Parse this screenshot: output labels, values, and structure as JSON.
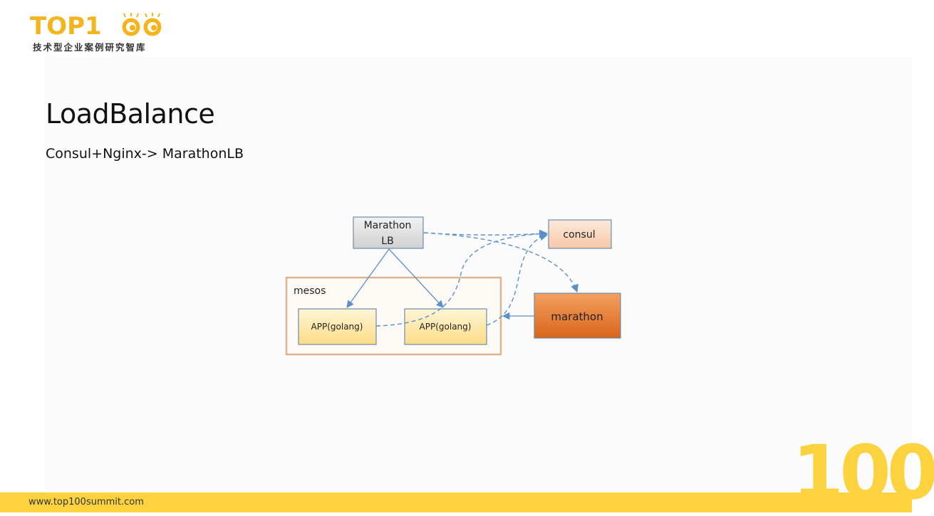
{
  "logo": {
    "wordmark": "TOP1",
    "subtitle": "技术型企业案例研究智库",
    "brand_color": "#f3b41c"
  },
  "slide": {
    "title": "LoadBalance",
    "subtitle": "Consul+Nginx-> MarathonLB"
  },
  "diagram": {
    "container_label": "mesos",
    "nodes": {
      "marathon_lb": {
        "line1": "Marathon",
        "line2": "LB"
      },
      "consul": {
        "label": "consul"
      },
      "marathon": {
        "label": "marathon"
      },
      "app1": {
        "label": "APP(golang)"
      },
      "app2": {
        "label": "APP(golang)"
      }
    },
    "colors": {
      "arrow": "#5b8fc7",
      "container_border": "#dcb48e",
      "marathon_fill": "#e0782e",
      "consul_fill": "#fbd9c3",
      "app_fill": "#fde9a6",
      "lb_fill": "#dcdcdc"
    }
  },
  "footer": {
    "url": "www.top100summit.com",
    "big_number": "100",
    "color": "#fcd23f"
  }
}
